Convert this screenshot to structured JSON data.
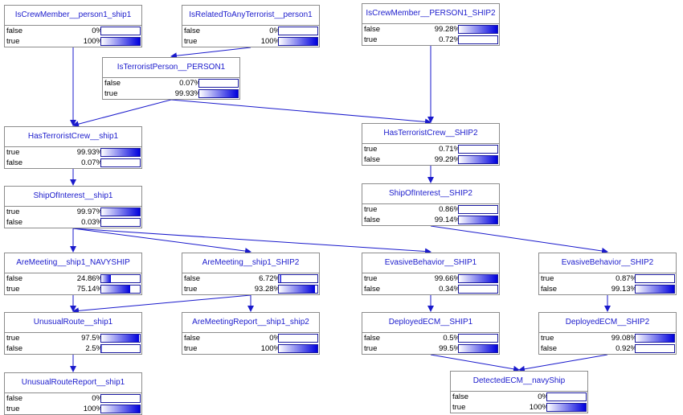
{
  "colors": {
    "edge": "#1a1acc",
    "bar_end": "#0000dd"
  },
  "nodes": [
    {
      "id": "n0",
      "title": "IsCrewMember__person1_ship1",
      "style": "grey",
      "states": [
        {
          "label": "false",
          "text": "0%",
          "p": 0
        },
        {
          "label": "true",
          "text": "100%",
          "p": 1
        }
      ]
    },
    {
      "id": "n1",
      "title": "IsRelatedToAnyTerrorist__person1",
      "style": "grey",
      "states": [
        {
          "label": "false",
          "text": "0%",
          "p": 0
        },
        {
          "label": "true",
          "text": "100%",
          "p": 1
        }
      ]
    },
    {
      "id": "n2",
      "title": "IsCrewMember__PERSON1_SHIP2",
      "style": "yellow",
      "states": [
        {
          "label": "false",
          "text": "99.28%",
          "p": 0.9928
        },
        {
          "label": "true",
          "text": "0.72%",
          "p": 0.0072
        }
      ]
    },
    {
      "id": "n3",
      "title": "IsTerroristPerson__PERSON1",
      "style": "yellow",
      "states": [
        {
          "label": "false",
          "text": "0.07%",
          "p": 0.0007
        },
        {
          "label": "true",
          "text": "99.93%",
          "p": 0.9993
        }
      ]
    },
    {
      "id": "n4",
      "title": "HasTerroristCrew__ship1",
      "style": "yellow",
      "states": [
        {
          "label": "true",
          "text": "99.93%",
          "p": 0.9993
        },
        {
          "label": "false",
          "text": "0.07%",
          "p": 0.0007
        }
      ]
    },
    {
      "id": "n5",
      "title": "HasTerroristCrew__SHIP2",
      "style": "yellow",
      "states": [
        {
          "label": "true",
          "text": "0.71%",
          "p": 0.0071
        },
        {
          "label": "false",
          "text": "99.29%",
          "p": 0.9929
        }
      ]
    },
    {
      "id": "n6",
      "title": "ShipOfInterest__ship1",
      "style": "yellow",
      "states": [
        {
          "label": "true",
          "text": "99.97%",
          "p": 0.9997
        },
        {
          "label": "false",
          "text": "0.03%",
          "p": 0.0003
        }
      ]
    },
    {
      "id": "n7",
      "title": "ShipOfInterest__SHIP2",
      "style": "yellow",
      "states": [
        {
          "label": "true",
          "text": "0.86%",
          "p": 0.0086
        },
        {
          "label": "false",
          "text": "99.14%",
          "p": 0.9914
        }
      ]
    },
    {
      "id": "n8",
      "title": "AreMeeting__ship1_NAVYSHIP",
      "style": "yellow",
      "states": [
        {
          "label": "false",
          "text": "24.86%",
          "p": 0.2486
        },
        {
          "label": "true",
          "text": "75.14%",
          "p": 0.7514
        }
      ]
    },
    {
      "id": "n9",
      "title": "AreMeeting__ship1_SHIP2",
      "style": "yellow",
      "states": [
        {
          "label": "false",
          "text": "6.72%",
          "p": 0.0672
        },
        {
          "label": "true",
          "text": "93.28%",
          "p": 0.9328
        }
      ]
    },
    {
      "id": "n10",
      "title": "EvasiveBehavior__SHIP1",
      "style": "yellow",
      "states": [
        {
          "label": "true",
          "text": "99.66%",
          "p": 0.9966
        },
        {
          "label": "false",
          "text": "0.34%",
          "p": 0.0034
        }
      ]
    },
    {
      "id": "n11",
      "title": "EvasiveBehavior__SHIP2",
      "style": "yellow",
      "states": [
        {
          "label": "true",
          "text": "0.87%",
          "p": 0.0087
        },
        {
          "label": "false",
          "text": "99.13%",
          "p": 0.9913
        }
      ]
    },
    {
      "id": "n12",
      "title": "UnusualRoute__ship1",
      "style": "yellow",
      "states": [
        {
          "label": "true",
          "text": "97.5%",
          "p": 0.975
        },
        {
          "label": "false",
          "text": "2.5%",
          "p": 0.025
        }
      ]
    },
    {
      "id": "n13",
      "title": "AreMeetingReport__ship1_ship2",
      "style": "grey",
      "states": [
        {
          "label": "false",
          "text": "0%",
          "p": 0
        },
        {
          "label": "true",
          "text": "100%",
          "p": 1
        }
      ]
    },
    {
      "id": "n14",
      "title": "DeployedECM__SHIP1",
      "style": "yellow",
      "states": [
        {
          "label": "false",
          "text": "0.5%",
          "p": 0.005
        },
        {
          "label": "true",
          "text": "99.5%",
          "p": 0.995
        }
      ]
    },
    {
      "id": "n15",
      "title": "DeployedECM__SHIP2",
      "style": "yellow",
      "states": [
        {
          "label": "true",
          "text": "99.08%",
          "p": 0.9908
        },
        {
          "label": "false",
          "text": "0.92%",
          "p": 0.0092
        }
      ]
    },
    {
      "id": "n16",
      "title": "UnusualRouteReport__ship1",
      "style": "grey",
      "states": [
        {
          "label": "false",
          "text": "0%",
          "p": 0
        },
        {
          "label": "true",
          "text": "100%",
          "p": 1
        }
      ]
    },
    {
      "id": "n17",
      "title": "DetectedECM__navyShip",
      "style": "grey",
      "states": [
        {
          "label": "false",
          "text": "0%",
          "p": 0
        },
        {
          "label": "true",
          "text": "100%",
          "p": 1
        }
      ]
    }
  ],
  "edges": [
    [
      "n0",
      "n4"
    ],
    [
      "n1",
      "n3"
    ],
    [
      "n3",
      "n4"
    ],
    [
      "n3",
      "n5"
    ],
    [
      "n2",
      "n5"
    ],
    [
      "n4",
      "n6"
    ],
    [
      "n5",
      "n7"
    ],
    [
      "n6",
      "n8"
    ],
    [
      "n6",
      "n9"
    ],
    [
      "n6",
      "n10"
    ],
    [
      "n7",
      "n11"
    ],
    [
      "n8",
      "n12"
    ],
    [
      "n9",
      "n12"
    ],
    [
      "n9",
      "n13"
    ],
    [
      "n10",
      "n14"
    ],
    [
      "n11",
      "n15"
    ],
    [
      "n12",
      "n16"
    ],
    [
      "n14",
      "n17"
    ],
    [
      "n15",
      "n17"
    ]
  ]
}
